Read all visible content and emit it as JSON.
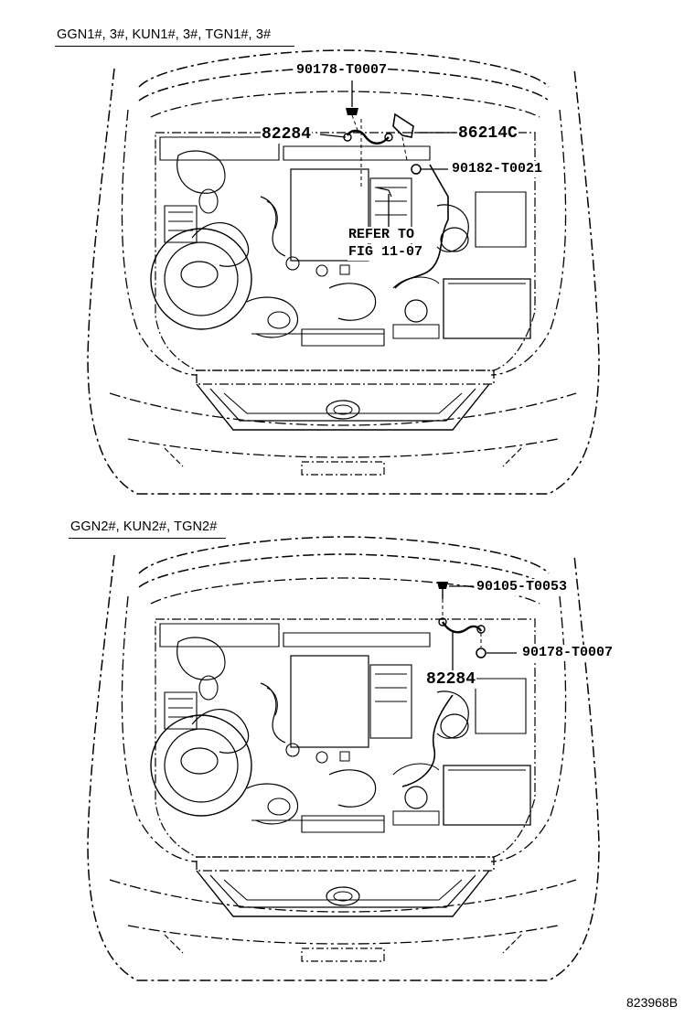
{
  "top_view": {
    "model_header": "GGN1#, 3#, KUN1#, 3#, TGN1#, 3#",
    "parts": {
      "bolt": "90178-T0007",
      "strap": "82284",
      "bracket": "86214C",
      "nut": "90182-T0021"
    },
    "refer_line1": "REFER TO",
    "refer_line2": "FIG 11-07"
  },
  "bottom_view": {
    "model_header": "GGN2#, KUN2#, TGN2#",
    "parts": {
      "bolt": "90105-T0053",
      "nut": "90178-T0007",
      "strap": "82284"
    }
  },
  "illustration_code": "823968B",
  "colors": {
    "ink": "#000000",
    "paper": "#ffffff"
  }
}
